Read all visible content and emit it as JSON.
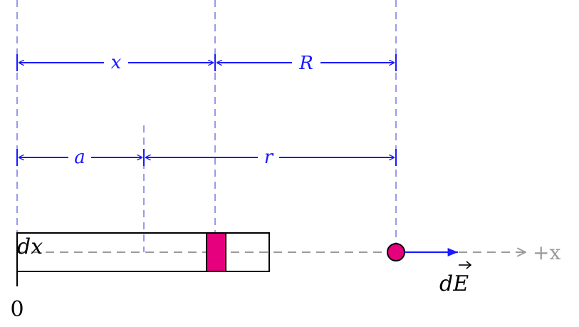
{
  "labels": {
    "x": "x",
    "R": "R",
    "a": "a",
    "r": "r",
    "dx": "dx",
    "dE": "dE",
    "zero": "0",
    "axis": "+x"
  },
  "colors": {
    "dimension": "#1a1aff",
    "guide": "#9999ee",
    "axis": "#9a9a9a",
    "element": "#e6007e",
    "charge": "#e6007e",
    "outline": "#000000"
  }
}
